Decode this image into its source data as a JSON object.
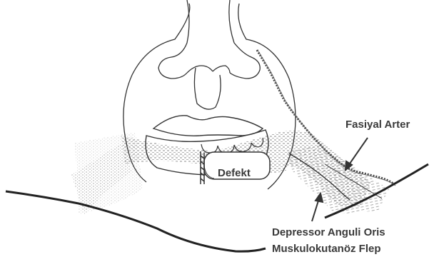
{
  "labels": {
    "defect": "Defekt",
    "facial_artery": "Fasiyal Arter",
    "flap_line1": "Depressor Anguli Oris",
    "flap_line2": "Muskulokutanöz Flep"
  },
  "colors": {
    "ink": "#333333",
    "background": "#ffffff"
  }
}
